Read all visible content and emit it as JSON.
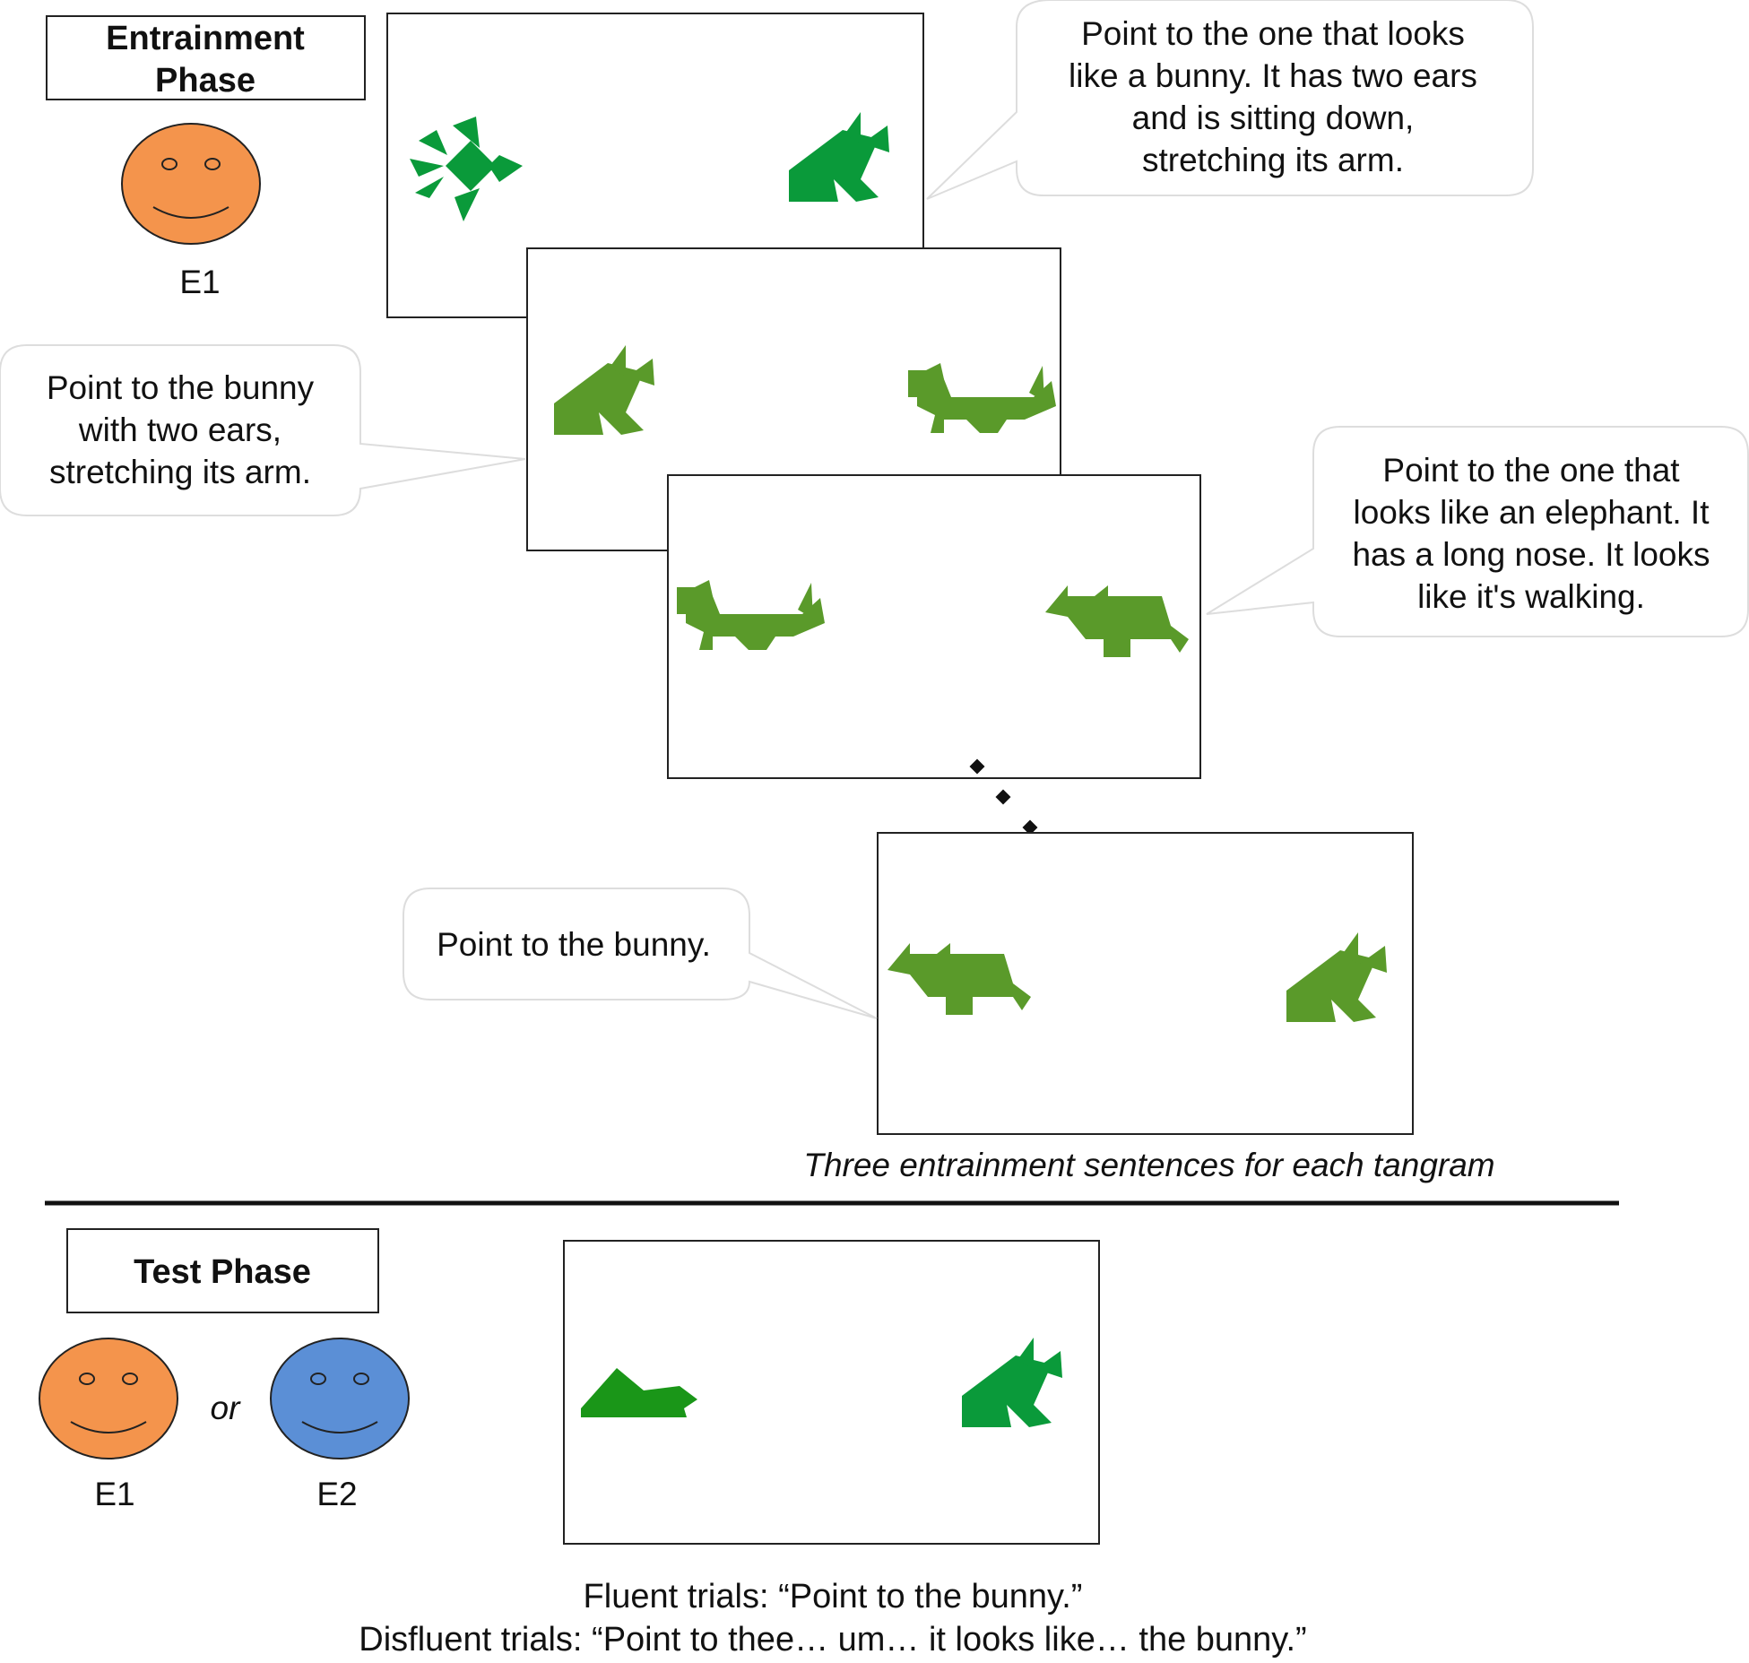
{
  "entrainment": {
    "phase_label": [
      "Entrainment",
      "Phase"
    ],
    "speaker_label": "E1",
    "bubbles": {
      "first": [
        "Point to the one that looks",
        "like a bunny. It has two ears",
        "and is sitting down,",
        "stretching its arm."
      ],
      "second": [
        "Point to the bunny",
        "with two ears,",
        "stretching its arm."
      ],
      "third": [
        "Point to the one that",
        "looks like an elephant. It",
        "has a long nose. It looks",
        "like it's walking."
      ],
      "fourth": [
        "Point to the bunny."
      ]
    },
    "caption": "Three entrainment sentences for each tangram"
  },
  "test": {
    "phase_label": "Test Phase",
    "speaker_labels": [
      "E1",
      "E2"
    ],
    "connector": "or",
    "fluent": "Fluent trials: “Point to the bunny.”",
    "disfluent": "Disfluent trials: “Point to thee… um… it looks like… the bunny.”"
  },
  "colors": {
    "face_e1": "#f4944c",
    "face_e2": "#5b8fd6",
    "tangram_dark": "#0a9a3a",
    "tangram_olive": "#5a9a2a",
    "tangram_test_left": "#1a9618"
  },
  "icons": {
    "speaker": "smiley-face-icon",
    "tangram_bunny": "bunny-tangram-icon",
    "tangram_turtle": "turtle-tangram-icon",
    "tangram_elephant": "elephant-tangram-icon",
    "tangram_dog": "dog-tangram-icon",
    "tangram_duck": "duck-tangram-icon"
  }
}
